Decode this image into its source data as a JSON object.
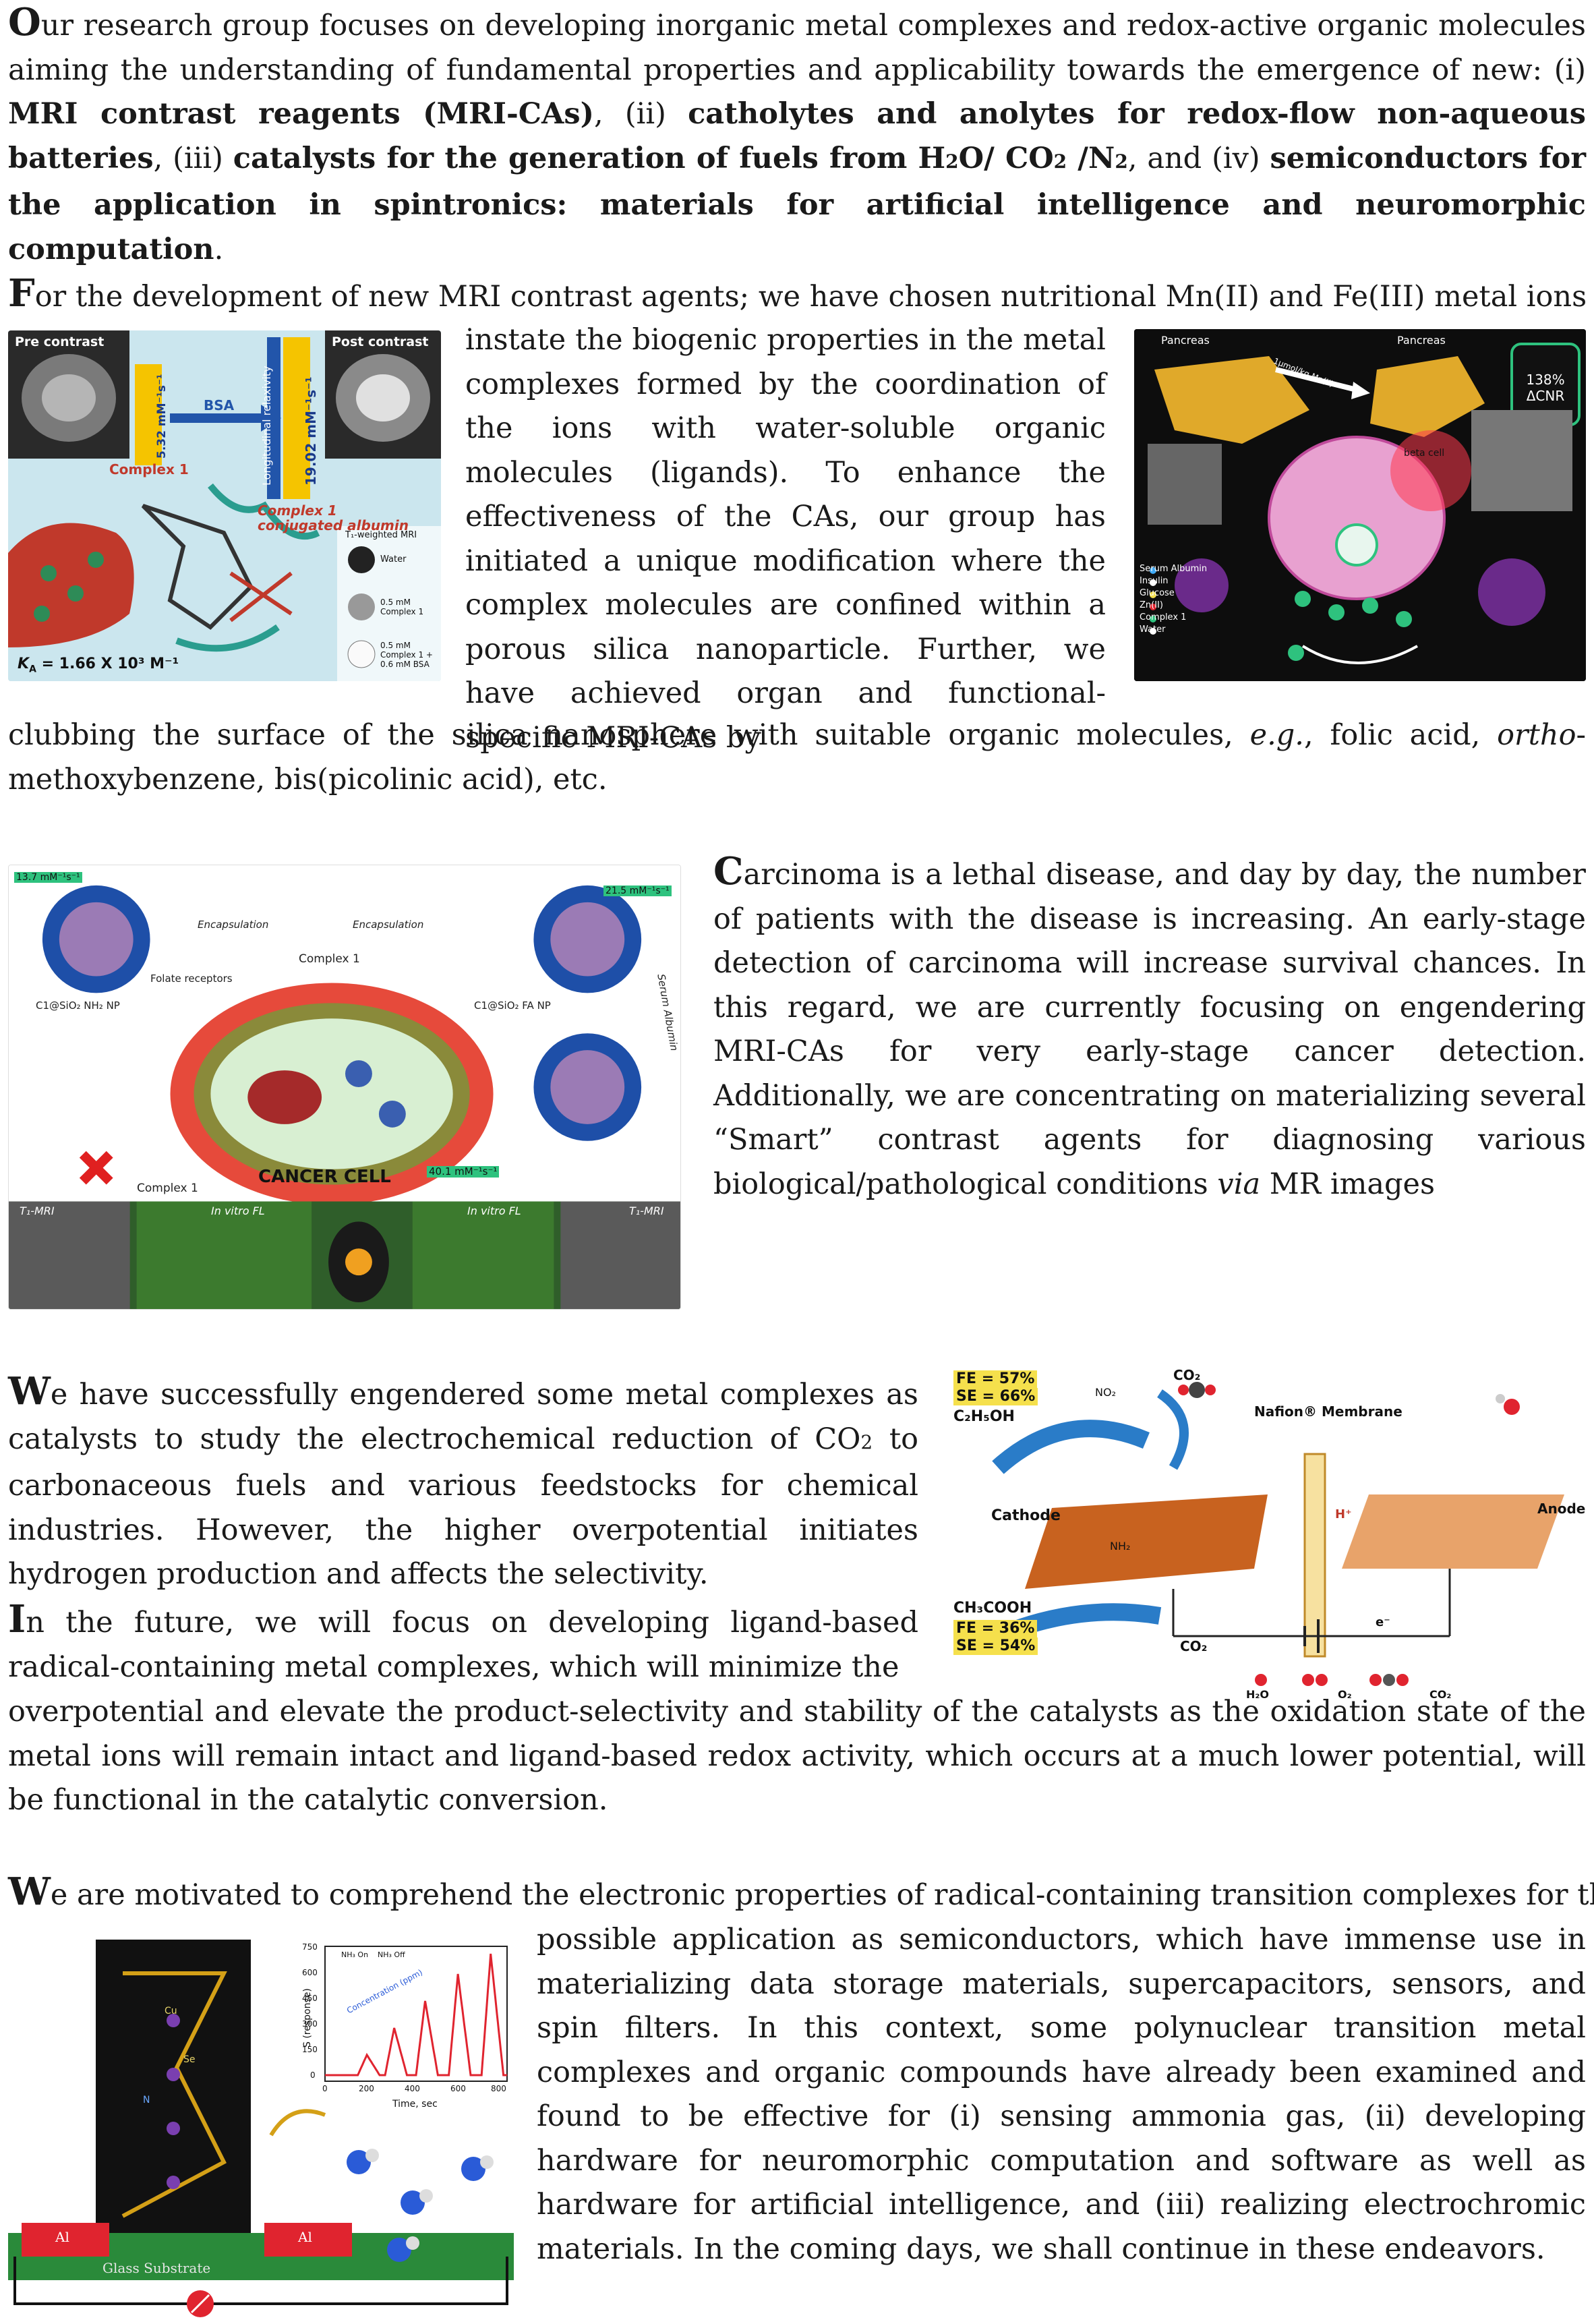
{
  "p1": {
    "cap": "O",
    "t1": "ur research group focuses on developing inorganic metal complexes and redox-active organic molecules aiming the understanding of fundamental properties and applicability towards the emergence of new: (i) ",
    "b1": "MRI contrast reagents (MRI-CAs)",
    "t2": ", (ii) ",
    "b2": "catholytes and anolytes for redox-flow non-aqueous batteries",
    "t3": ", (iii) ",
    "b3a": "catalysts for the generation of fuels from H",
    "b3s1": "2",
    "b3b": "O/ CO",
    "b3s2": "2",
    "b3c": " /N",
    "b3s3": "2",
    "t4": ", and (iv) ",
    "b4": "semiconductors for the application in spintronics: materials for artificial intelligence and neuromorphic computation",
    "t5": "."
  },
  "p2": {
    "cap": "F",
    "lead": "or the development of new MRI contrast agents; we have chosen nutritional Mn(II) and Fe(III) metal ions to",
    "middle": "instate the biogenic properties in the metal complexes formed by the coordination of the ions with water-soluble organic molecules (ligands). To enhance the effectiveness of the CAs, our group has initiated a unique modification where the complex molecules are confined within a porous silica nanoparticle. Further, we have achieved organ and functional-specific MRI-CAs by",
    "tail1": "clubbing the surface of the silica nanosphere with suitable organic molecules, ",
    "eg": "e.g.",
    "tail2": ", folic acid, ",
    "ortho": "ortho",
    "tail3": "-methoxybenzene, bis(picolinic acid), etc."
  },
  "fig1": {
    "pre": "Pre contrast",
    "post": "Post contrast",
    "relax_axis": "Longitudinal relaxivity",
    "r1": "5.32 mM⁻¹s⁻¹",
    "r2": "19.02 mM⁻¹s⁻¹",
    "bsa": "BSA",
    "complex1": "Complex 1",
    "conj1": "Complex 1",
    "conj2": "conjugated albumin",
    "t1w": "T₁-weighted MRI",
    "water": "Water",
    "c05": "0.5 mM Complex 1",
    "c05b": "0.5 mM Complex 1 + 0.6 mM BSA",
    "ka": "K",
    "ka_sub": "A",
    "ka_val": " = 1.66 X 10³ M⁻¹"
  },
  "fig2": {
    "pancreas1": "Pancreas",
    "pancreas2": "Pancreas",
    "dose": "1μmol/kg Mn(II)",
    "cnr1": "138%",
    "cnr2": "ΔCNR",
    "beta": "beta cell",
    "legend": [
      "Serum Albumin",
      "Insulin",
      "Glucose",
      "Zn(II)",
      "Complex 1",
      "Water"
    ]
  },
  "p3": {
    "cap": "C",
    "t1": "arcinoma is a lethal disease, and day by day, the number of patients with the disease is increasing. An early-stage detection of carcinoma will increase survival chances. In this regard, we are currently focusing on engendering MRI-CAs for very early-stage cancer detection. Additionally, we are concentrating on materializing several “Smart” contrast agents for diagnosing various biological/pathological conditions ",
    "via": "via",
    "t2": " MR images"
  },
  "fig3": {
    "r_left": "13.7 mM⁻¹s⁻¹",
    "r_right": "21.5 mM⁻¹s⁻¹",
    "encap1": "Encapsulation",
    "encap2": "Encapsulation",
    "complex1": "Complex 1",
    "folate": "Folate receptors",
    "np_left": "C1@SiO₂ NH₂ NP",
    "np_right": "C1@SiO₂ FA NP",
    "serum": "Serum Albumin",
    "cancer": "CANCER CELL",
    "complex1b": "Complex 1",
    "r_mid": "40.1 mM⁻¹s⁻¹",
    "t1mri_l": "T₁-MRI",
    "invitro_l": "In vitro FL",
    "invitro_r": "In vitro FL",
    "t1mri_r": "T₁-MRI"
  },
  "p4": {
    "cap": "W",
    "t1": "e have successfully engendered some metal complexes as catalysts to study the electrochemical reduction of CO",
    "s1": "2",
    "t2": " to carbonaceous fuels and various feedstocks for chemical industries. However, the higher overpotential initiates hydrogen production and affects the selectivity."
  },
  "p5": {
    "cap": "I",
    "t1": "n the future, we will focus on developing ligand-based radical-containing metal complexes, which will minimize the",
    "tail": "overpotential and elevate the product-selectivity and stability of the catalysts as the oxidation state of the metal ions will remain intact and ligand-based redox activity, which occurs at a much lower potential, will be functional in the catalytic conversion."
  },
  "fig4": {
    "fe1": "FE = 57%",
    "se1": "SE = 66%",
    "prod1": "C₂H₅OH",
    "no2": "NO₂",
    "co2_top": "CO₂",
    "nafion": "Nafion® Membrane",
    "cathode": "Cathode",
    "anode": "Anode",
    "nh2": "NH₂",
    "prod2": "CH₃COOH",
    "fe2": "FE = 36%",
    "se2": "SE = 54%",
    "co2_bot": "CO₂",
    "hplus": "H⁺",
    "eminus": "e⁻",
    "legend_h2o": "H₂O",
    "legend_o2": "O₂",
    "legend_co2": "CO₂"
  },
  "p6": {
    "cap": "W",
    "lead": "e are motivated to comprehend the electronic properties of radical-containing transition complexes for the",
    "side": "possible application as semiconductors, which have immense use in materializing data storage materials, supercapacitors, sensors, and spin filters. In this context, some polynuclear transition metal complexes and organic compounds have already been examined and found to be effective for (i) sensing ammonia gas, (ii) developing hardware for neuromorphic computation and software as well as hardware for artificial intelligence, and (iii) realizing electrochromic materials. In the coming days, we shall continue in these endeavors."
  },
  "fig5": {
    "ylabel": "S (response)",
    "xlabel": "Time, sec",
    "yticks": [
      "750",
      "600",
      "450",
      "300",
      "150",
      "0"
    ],
    "xticks": [
      "0",
      "200",
      "400",
      "600",
      "800"
    ],
    "nh3_on": "NH₃ On",
    "nh3_off": "NH₃ Off",
    "conc": "Concentration (ppm)",
    "al_left": "Al",
    "al_right": "Al",
    "glass": "Glass Substrate",
    "cu": "Cu",
    "se": "Se",
    "n": "N"
  }
}
